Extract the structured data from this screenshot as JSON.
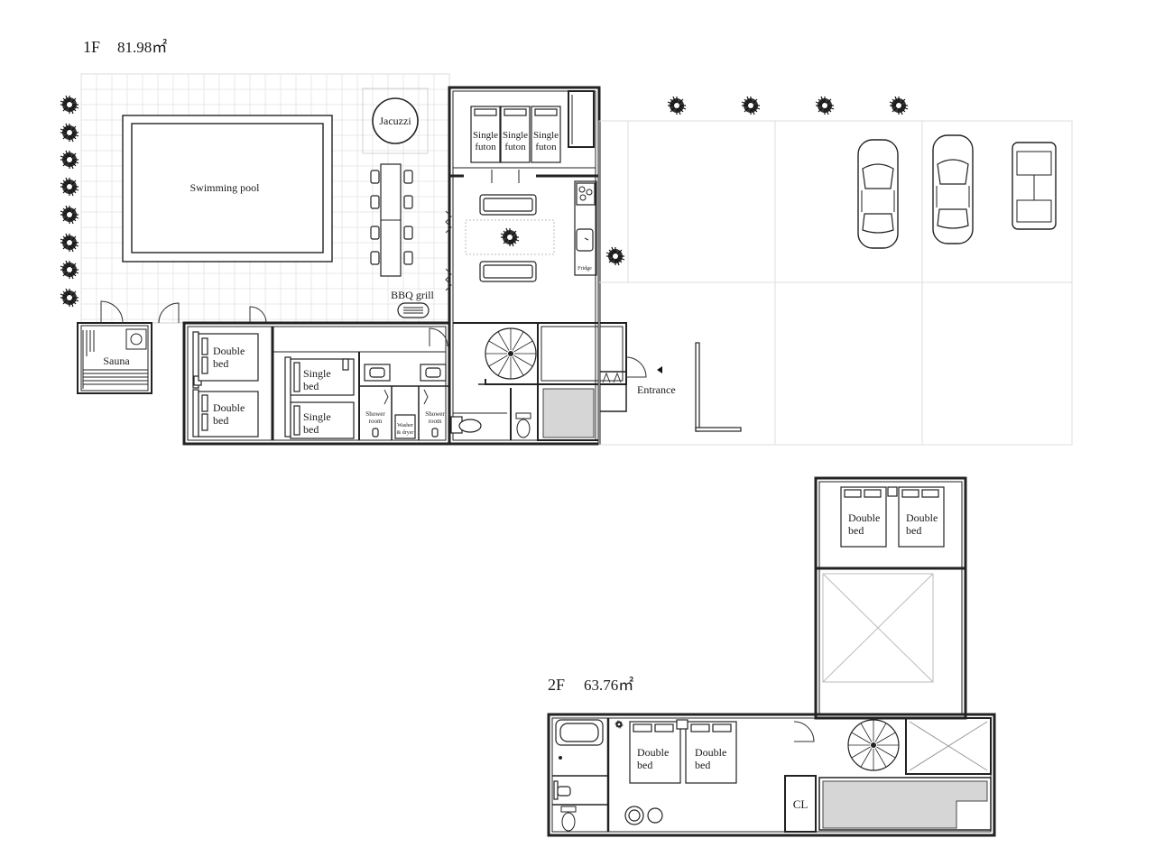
{
  "floors": {
    "first": {
      "label": "1F",
      "area": "81.98㎡"
    },
    "second": {
      "label": "2F",
      "area": "63.76㎡"
    }
  },
  "rooms": {
    "swimming_pool": "Swimming pool",
    "jacuzzi": "Jacuzzi",
    "bbq_grill": "BBQ grill",
    "sauna": "Sauna",
    "entrance": "Entrance",
    "fridge": "Fridge",
    "shower_room_1": [
      "Shower",
      "room"
    ],
    "shower_room_2": [
      "Shower",
      "room"
    ],
    "washer_dryer": [
      "Washer",
      "& dryer"
    ],
    "closet": "CL"
  },
  "beds": {
    "single_futon": [
      "Single",
      "futon"
    ],
    "double_bed": [
      "Double",
      "bed"
    ],
    "single_bed": [
      "Single",
      "bed"
    ]
  },
  "colors": {
    "line": "#222222",
    "fill_gray": "#d6d6d6",
    "grid": "#e3e3e3"
  }
}
